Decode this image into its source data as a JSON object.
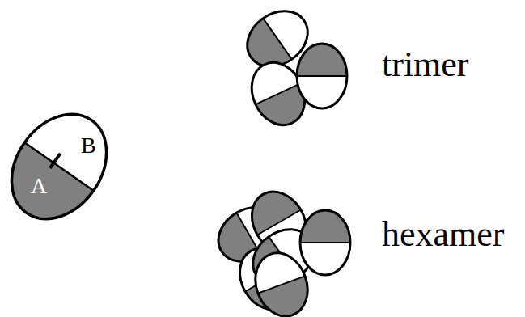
{
  "diagram": {
    "nodes": [
      {
        "text": [
          "B",
          "A"
        ]
      }
    ],
    "labels": [
      "trimer",
      "hexamer"
    ]
  }
}
